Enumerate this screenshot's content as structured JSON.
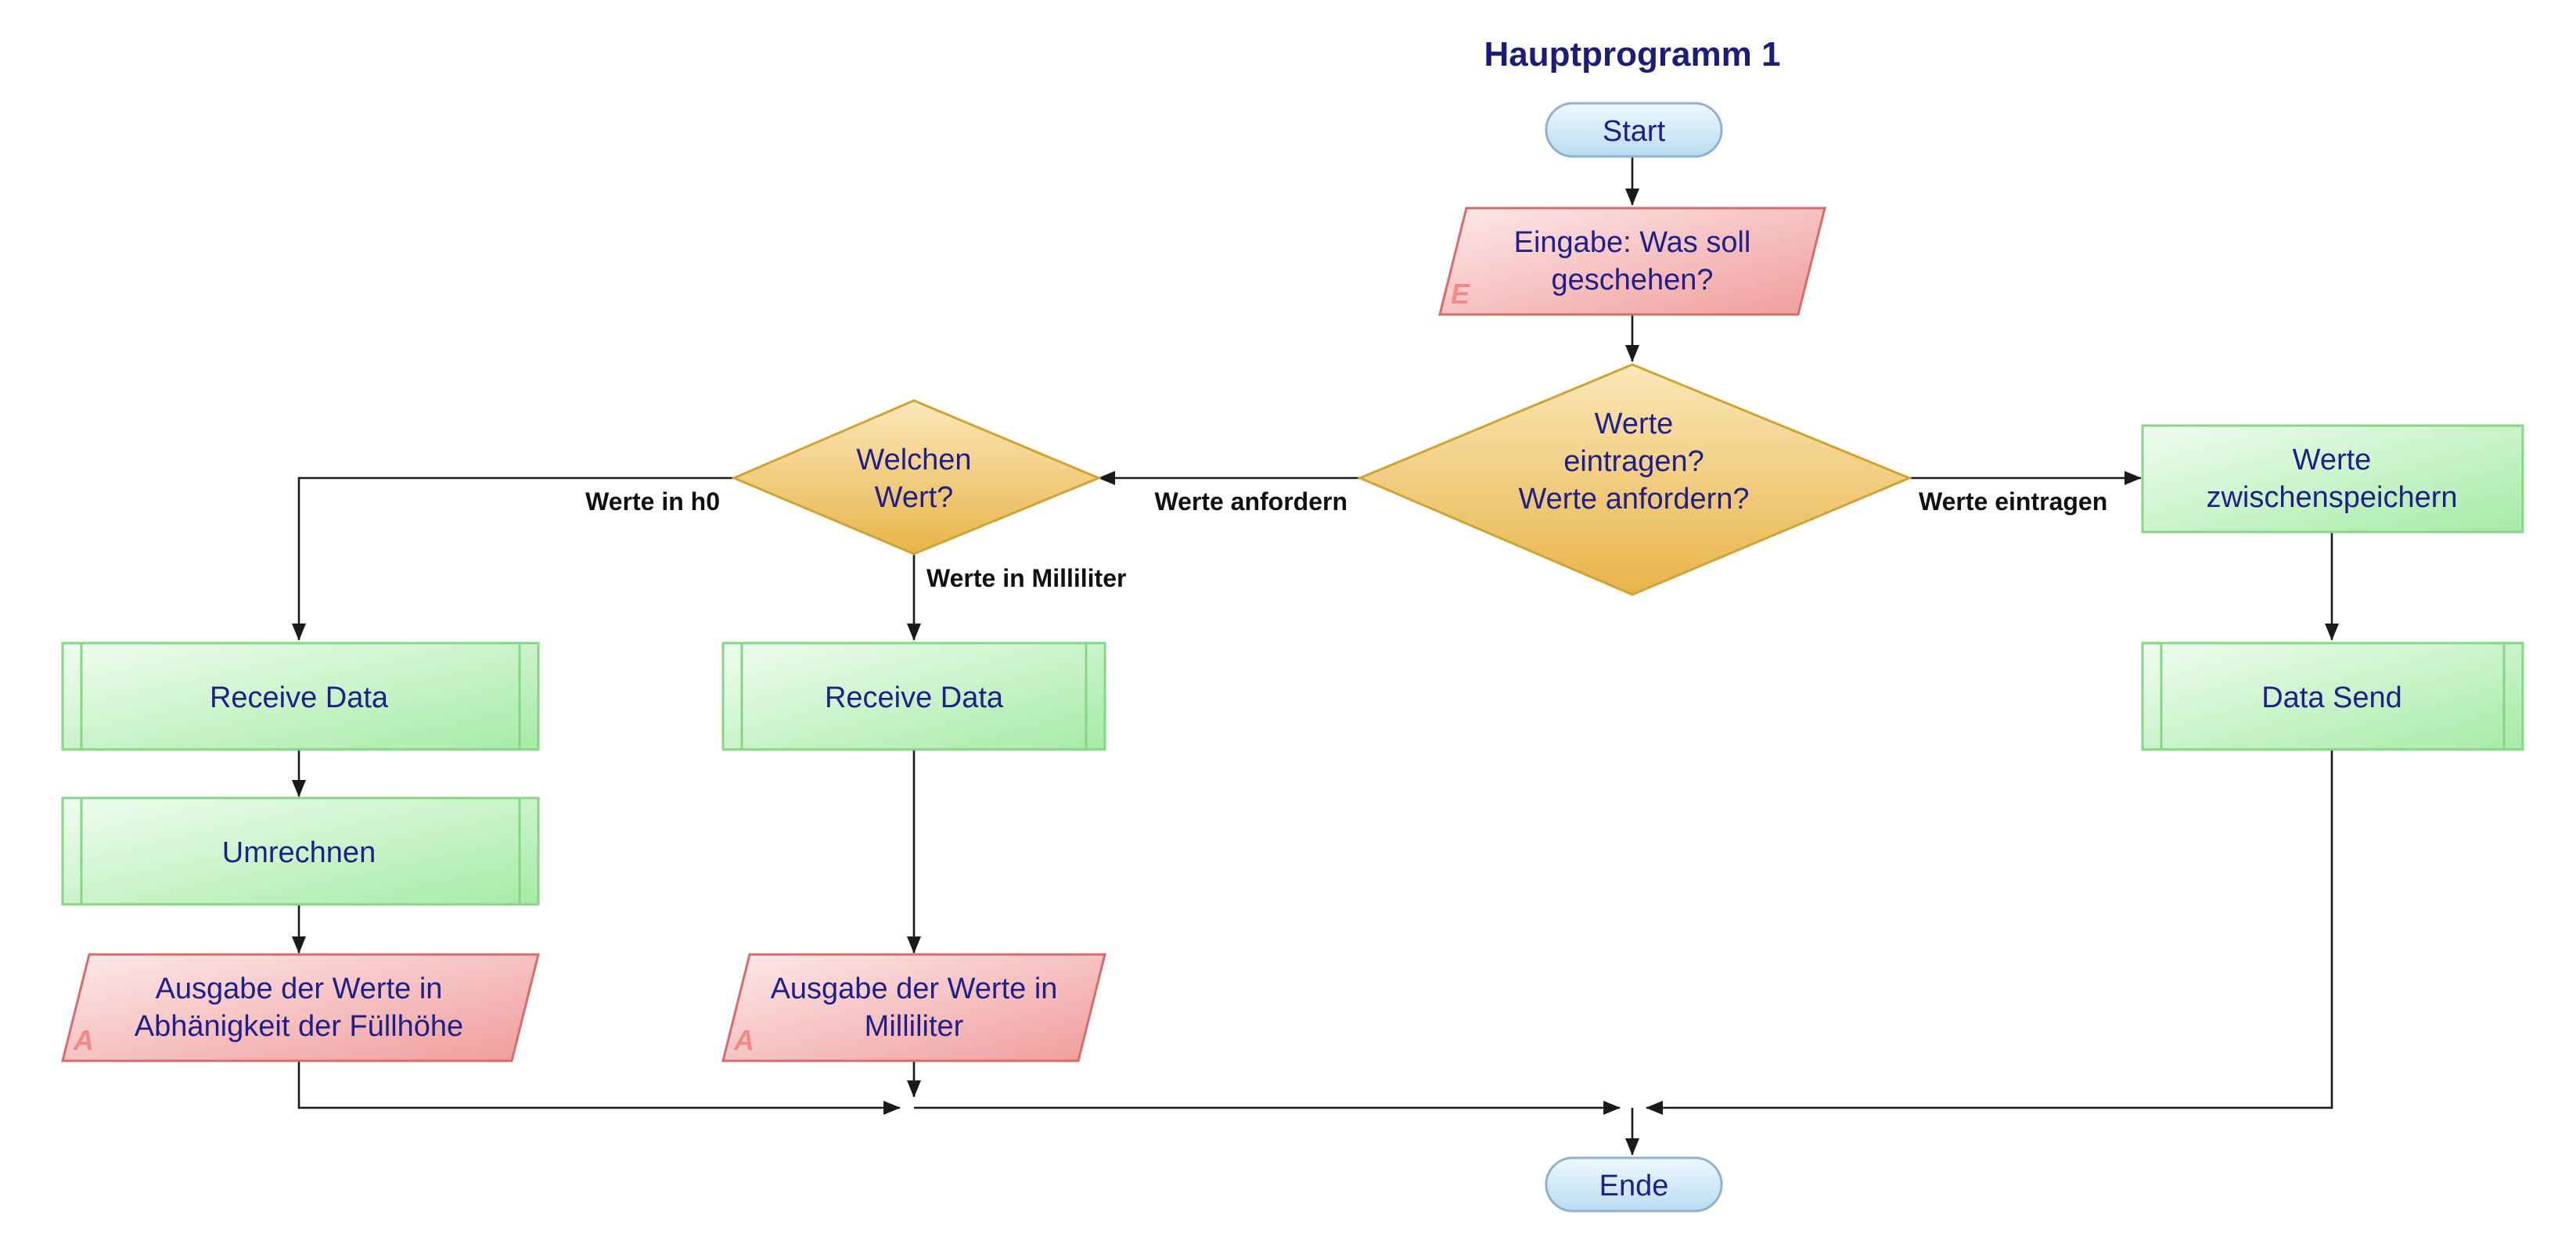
{
  "title": "Hauptprogramm 1",
  "colors": {
    "text": "#1f1f8c",
    "terminal_fill": "#cfe7f5",
    "terminal_stroke": "#8fb3cc",
    "io_fill": "#f5b2b2",
    "io_stroke": "#d86a6a",
    "decision_fill": "#f0c66a",
    "decision_stroke": "#d2a232",
    "process_fill": "#c8f2c8",
    "process_stroke": "#86d686",
    "edge": "#1a1a1a"
  },
  "nodes": {
    "start": {
      "lines": [
        "Start"
      ]
    },
    "input": {
      "lines": [
        "Eingabe: Was soll",
        "geschehen?"
      ],
      "marker": "E"
    },
    "decision_main": {
      "lines": [
        "Werte",
        "eintragen?",
        "Werte anfordern?"
      ]
    },
    "decision_which": {
      "lines": [
        "Welchen",
        "Wert?"
      ]
    },
    "store": {
      "lines": [
        "Werte",
        "zwischenspeichern"
      ]
    },
    "receive_h0": {
      "lines": [
        "Receive Data"
      ]
    },
    "convert": {
      "lines": [
        "Umrechnen"
      ]
    },
    "output_h0": {
      "lines": [
        "Ausgabe der Werte in",
        "Abhänigkeit der Füllhöhe"
      ],
      "marker": "A"
    },
    "receive_ml": {
      "lines": [
        "Receive Data"
      ]
    },
    "output_ml": {
      "lines": [
        "Ausgabe der Werte in",
        "Milliliter"
      ],
      "marker": "A"
    },
    "send": {
      "lines": [
        "Data Send"
      ]
    },
    "end": {
      "lines": [
        "Ende"
      ]
    }
  },
  "edge_labels": {
    "request": "Werte anfordern",
    "enter": "Werte eintragen",
    "h0": "Werte in h0",
    "ml": "Werte in Milliliter"
  }
}
